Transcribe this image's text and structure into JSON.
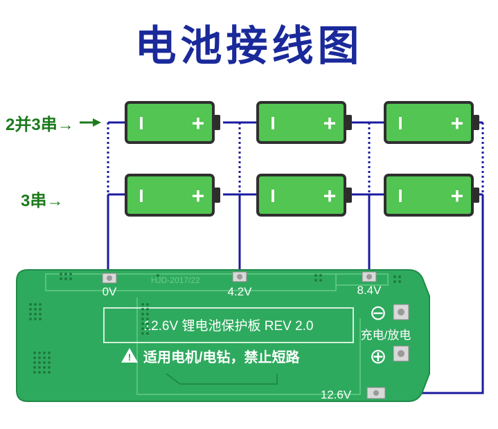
{
  "title": "电池接线图",
  "row_labels": {
    "parallel_series": "2并3串→",
    "series": "3串→"
  },
  "battery": {
    "negative_symbol": "I",
    "positive_symbol": "+",
    "body_color": "#52c552",
    "cap_color": "#2d2d2d"
  },
  "board": {
    "silkscreen_id": "HJD-2017/22",
    "pads": {
      "p0": "0V",
      "p1": "4.2V",
      "p2": "8.4V",
      "p3": "12.6V"
    },
    "product_label": "12.6V 锂电池保护板 REV 2.0",
    "warning": "适用电机/电钻，禁止短路",
    "charge_discharge": "充电/放电",
    "minus_symbol": "⊖",
    "plus_symbol": "⊕",
    "color": "#2eaa5e"
  },
  "wire_color": "#1a1aa0"
}
